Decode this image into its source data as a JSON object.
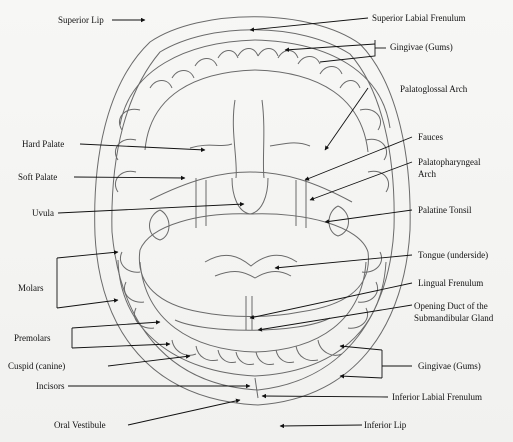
{
  "labels": {
    "superior_lip": "Superior Lip",
    "superior_labial_frenulum": "Superior Labial Frenulum",
    "gingivae_upper": "Gingivae (Gums)",
    "palatoglossal_arch": "Palatoglossal Arch",
    "hard_palate": "Hard Palate",
    "fauces": "Fauces",
    "soft_palate": "Soft Palate",
    "palatopharyngeal_line1": "Palatopharyngeal",
    "palatopharyngeal_line2": "Arch",
    "uvula": "Uvula",
    "palatine_tonsil": "Palatine Tonsil",
    "tongue": "Tongue (underside)",
    "molars": "Molars",
    "lingual_frenulum": "Lingual Frenulum",
    "duct_line1": "Opening Duct of the",
    "duct_line2": "Submandibular Gland",
    "premolars": "Premolars",
    "cuspid": "Cuspid (canine)",
    "gingivae_lower": "Gingivae (Gums)",
    "incisors": "Incisors",
    "inferior_labial_frenulum": "Inferior Labial Frenulum",
    "oral_vestibule": "Oral Vestibule",
    "inferior_lip": "Inferior Lip"
  },
  "colors": {
    "ink": "#111111",
    "pencil": "#6a6a6a",
    "paper": "#f4f4f2"
  }
}
